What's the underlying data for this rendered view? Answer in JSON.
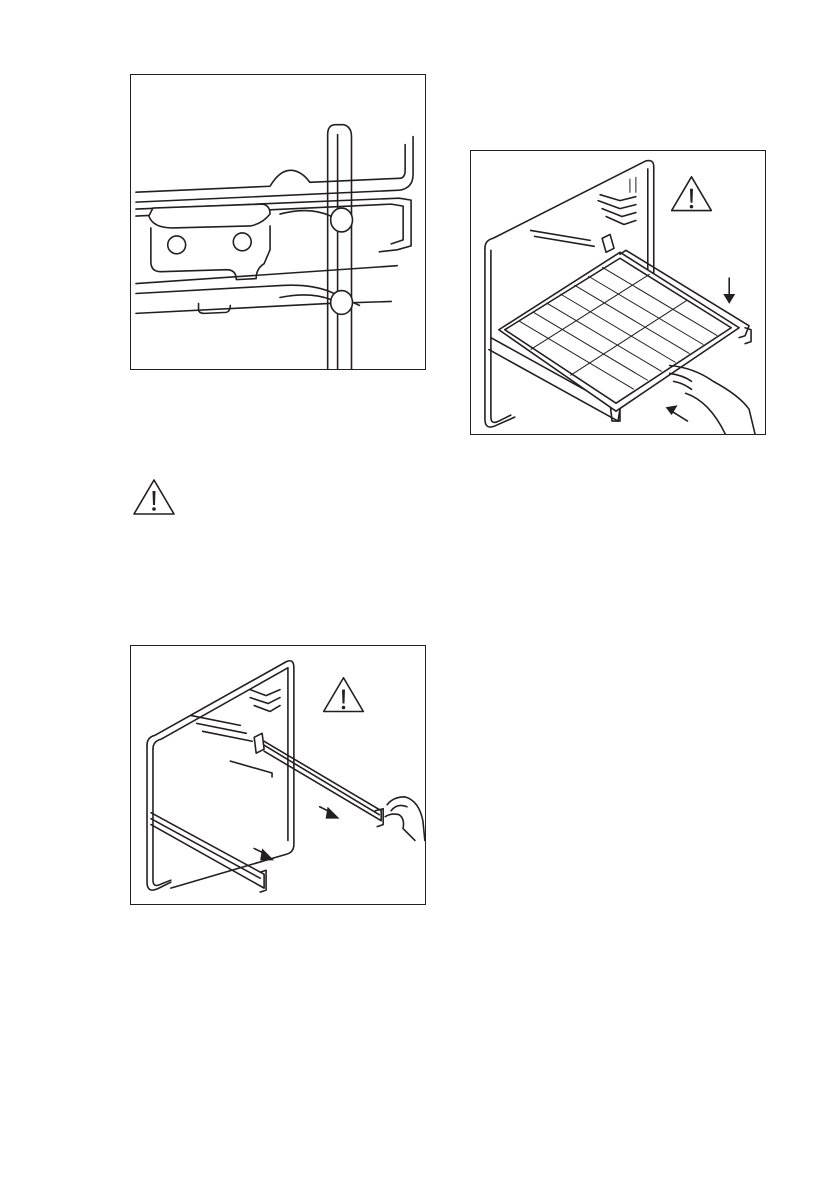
{
  "page": {
    "background": "#ffffff",
    "line_color": "#231f20"
  },
  "figures": [
    {
      "id": "rail-detail",
      "icon": "rail-hook-detail-illustration"
    },
    {
      "id": "shelf-insert",
      "icon": "wire-shelf-insertion-illustration",
      "warning_icon": "warning-triangle-icon"
    },
    {
      "id": "rails-pull",
      "icon": "telescopic-rails-pull-illustration",
      "warning_icon": "warning-triangle-icon"
    }
  ],
  "standalone_warning": {
    "icon": "warning-triangle-icon"
  }
}
